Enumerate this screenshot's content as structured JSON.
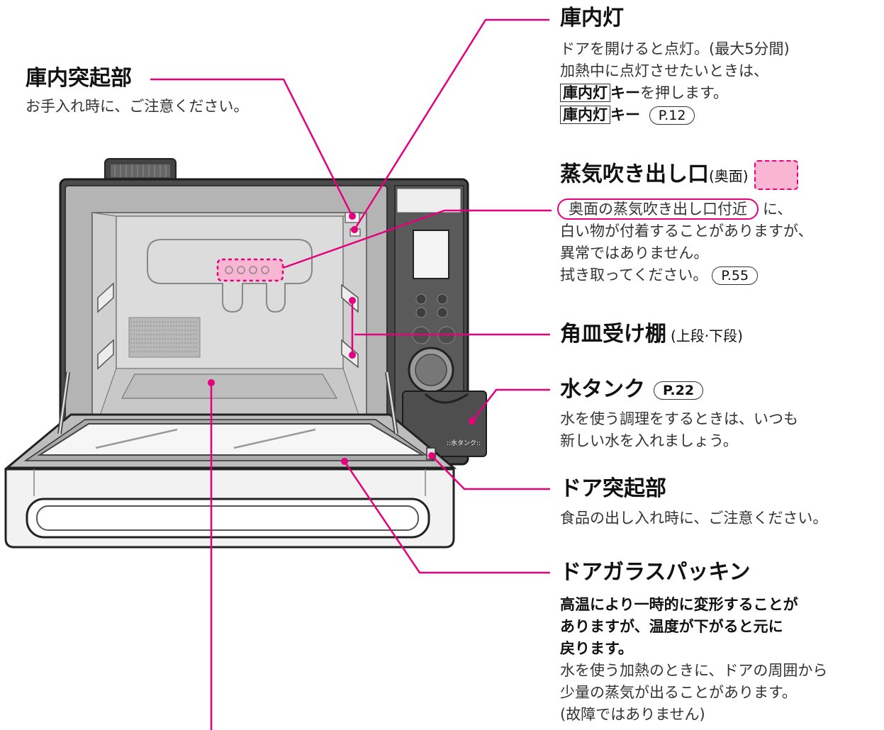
{
  "labels": {
    "lamp": {
      "title": "庫内灯",
      "line1": "ドアを開けると点灯。(最大5分間)",
      "line2": "加熱中に点灯させたいときは、",
      "line3_key": "庫内灯",
      "line3_rest": "キー",
      "line3_tail": "を押します。",
      "line4_key": "庫内灯",
      "line4_rest": "キー",
      "line4_ref": "P.12"
    },
    "protrusion": {
      "title": "庫内突起部",
      "line1": "お手入れ時に、ご注意ください。"
    },
    "steam_outlet": {
      "title": "蒸気吹き出し口",
      "sub": "(奥面)",
      "ref_box": "奥面の蒸気吹き出し口付近",
      "line1_tail": "に、",
      "line2": "白い物が付着することがありますが、",
      "line3": "異常ではありません。",
      "line4": "拭き取ってください。",
      "line4_ref": "P.55"
    },
    "shelf": {
      "title": "角皿受け棚",
      "sub": "(上段·下段)"
    },
    "water_tank": {
      "title": "水タンク",
      "ref": "P.22",
      "line1": "水を使う調理をするときは、いつも",
      "line2": "新しい水を入れましょう。",
      "tank_text": "::水タンク::"
    },
    "door_protrusion": {
      "title": "ドア突起部",
      "line1": "食品の出し入れ時に、ご注意ください。"
    },
    "door_gasket": {
      "title": "ドアガラスパッキン",
      "line1": "高温により一時的に変形することが",
      "line2": "ありますが、温度が下がると元に",
      "line3": "戻ります。",
      "line4": "水を使う加熱のときに、ドアの周囲から",
      "line5": "少量の蒸気が出ることがあります。",
      "line6": "(故障ではありません)"
    }
  },
  "colors": {
    "leader": "#e6007e",
    "steam_fill": "#f8b6d2",
    "body_dark": "#4a4a4a",
    "cavity": "#d0d0d0",
    "door_frame": "#bdbdbd"
  }
}
